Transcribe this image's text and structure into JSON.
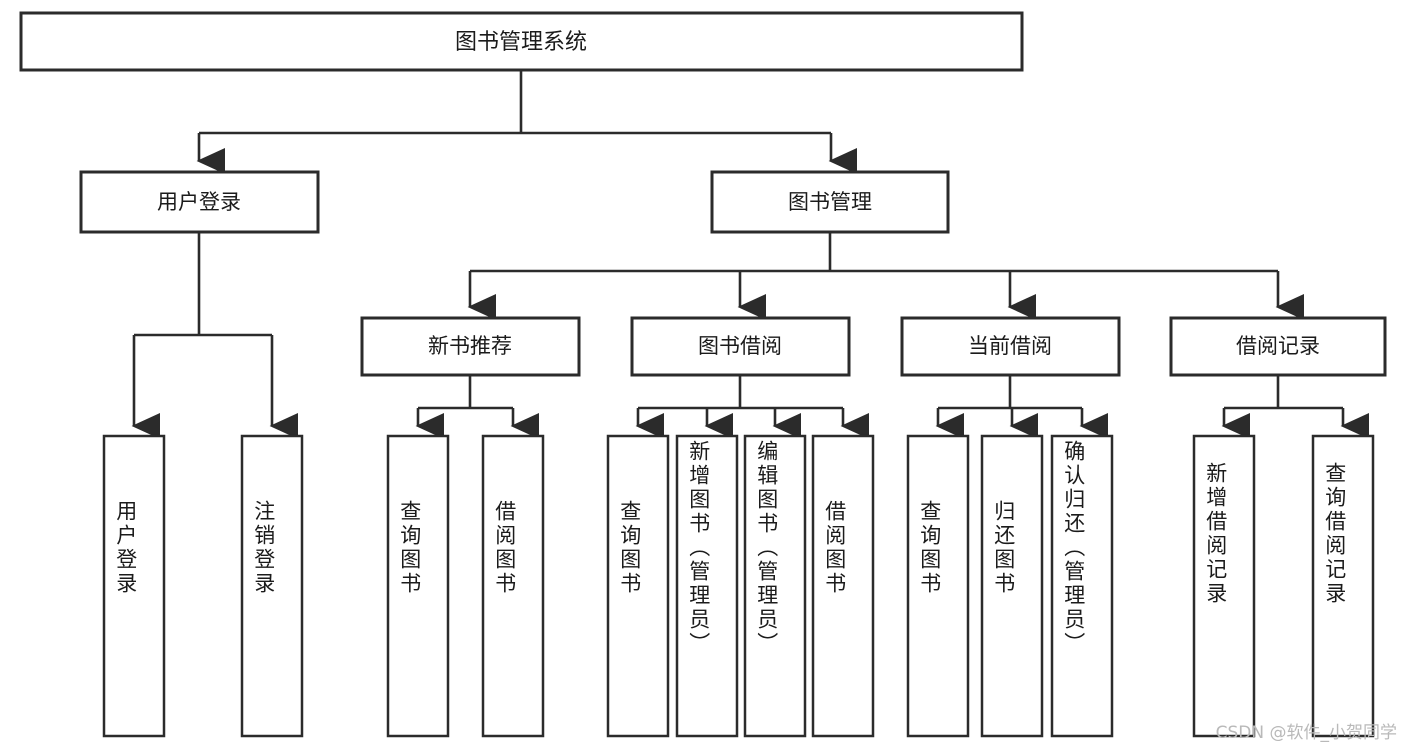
{
  "diagram": {
    "title": "图书管理系统",
    "type": "tree-hierarchy-diagram",
    "colors": {
      "box_stroke": "#2b2b2b",
      "box_fill": "#ffffff",
      "connector": "#2b2b2b",
      "text": "#1b1b1b",
      "watermark": "#b9b9b9",
      "background": "#ffffff"
    },
    "root": {
      "label": "图书管理系统"
    },
    "level1": [
      {
        "label": "用户登录"
      },
      {
        "label": "图书管理"
      }
    ],
    "level2": [
      {
        "label": "新书推荐"
      },
      {
        "label": "图书借阅"
      },
      {
        "label": "当前借阅"
      },
      {
        "label": "借阅记录"
      }
    ],
    "leaves": {
      "user_login": [
        {
          "label": "用户登录"
        },
        {
          "label": "注销登录"
        }
      ],
      "new_book_recommend": [
        {
          "label": "查询图书"
        },
        {
          "label": "借阅图书"
        }
      ],
      "book_borrow": [
        {
          "label": "查询图书"
        },
        {
          "label": "新增图书（管理员）"
        },
        {
          "label": "编辑图书（管理员）"
        },
        {
          "label": "借阅图书"
        }
      ],
      "current_borrow": [
        {
          "label": "查询图书"
        },
        {
          "label": "归还图书"
        },
        {
          "label": "确认归还（管理员）"
        }
      ],
      "borrow_record": [
        {
          "label": "新增借阅记录"
        },
        {
          "label": "查询借阅记录"
        }
      ]
    }
  },
  "watermark": {
    "text": "CSDN @软件_小贺同学"
  }
}
